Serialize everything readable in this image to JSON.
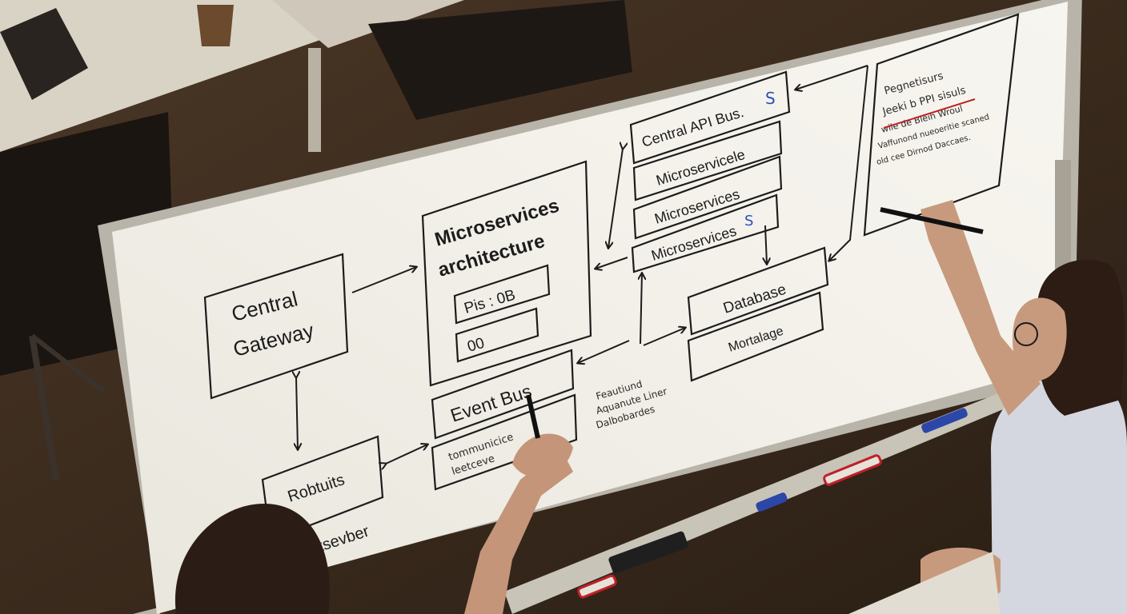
{
  "board": {
    "gateway": [
      "Central",
      "Gateway"
    ],
    "architecture": [
      "Microservices",
      "architecture"
    ],
    "arch_field_1": "Pis : 0B",
    "arch_field_2": "00",
    "event_bus": "Event Bus",
    "event_sub": [
      "tommunicice",
      "leetceve"
    ],
    "robtuits": "Robtuits",
    "bottom_word": "tsevber",
    "central_api": "Central API Bus.",
    "api_mark": "S",
    "micro_1": "Microservicele",
    "micro_2": "Microservices",
    "micro_3": "Microservices",
    "micro_mark": "S",
    "database": "Database",
    "mortalage": "Mortalage",
    "note_mid": [
      "Feautiund",
      "Aquanute Liner",
      "Dalbobardes"
    ],
    "note_box": [
      "Pegnetisurs",
      "Jeeki b PPI sisuls",
      "wile de Bleih Wroul",
      "Vaffunond nueoeritie scaned",
      "old cee Dirnod Daccaes."
    ]
  },
  "colors": {
    "board": "#f1efe8",
    "frame": "#b9b4aa",
    "ink": "#1c1c1c",
    "red_ink": "#c0202a",
    "blue_ink": "#2a4fc0",
    "floor": "#3b2c1f"
  }
}
